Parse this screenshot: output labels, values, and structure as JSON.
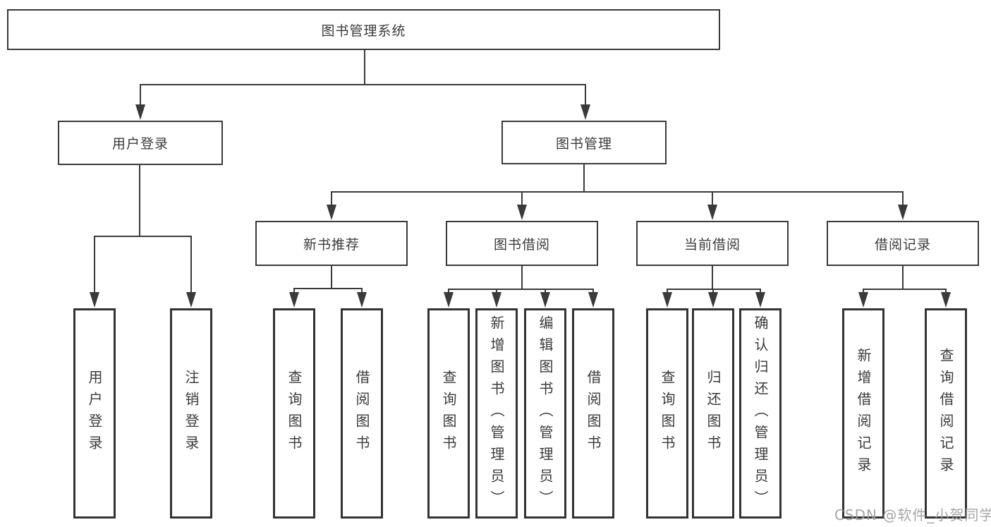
{
  "root": {
    "label": "图书管理系统"
  },
  "branches": {
    "user_login": {
      "label": "用户登录",
      "children": [
        {
          "label": "用户登录"
        },
        {
          "label": "注销登录"
        }
      ]
    },
    "book_management": {
      "label": "图书管理",
      "sections": [
        {
          "label": "新书推荐",
          "children": [
            {
              "label": "查询图书"
            },
            {
              "label": "借阅图书"
            }
          ]
        },
        {
          "label": "图书借阅",
          "children": [
            {
              "label": "查询图书"
            },
            {
              "label": "新增图书（管理员）"
            },
            {
              "label": "编辑图书（管理员）"
            },
            {
              "label": "借阅图书"
            }
          ]
        },
        {
          "label": "当前借阅",
          "children": [
            {
              "label": "查询图书"
            },
            {
              "label": "归还图书"
            },
            {
              "label": "确认归还（管理员）"
            }
          ]
        },
        {
          "label": "借阅记录",
          "children": [
            {
              "label": "新增借阅记录"
            },
            {
              "label": "查询借阅记录"
            }
          ]
        }
      ]
    }
  },
  "watermark": {
    "text": "CSDN @软件_小贺同学"
  },
  "colors": {
    "line": "#3a3a3a",
    "text": "#3b3b3b",
    "background": "#ffffff",
    "watermark": "#9e9e9e"
  }
}
